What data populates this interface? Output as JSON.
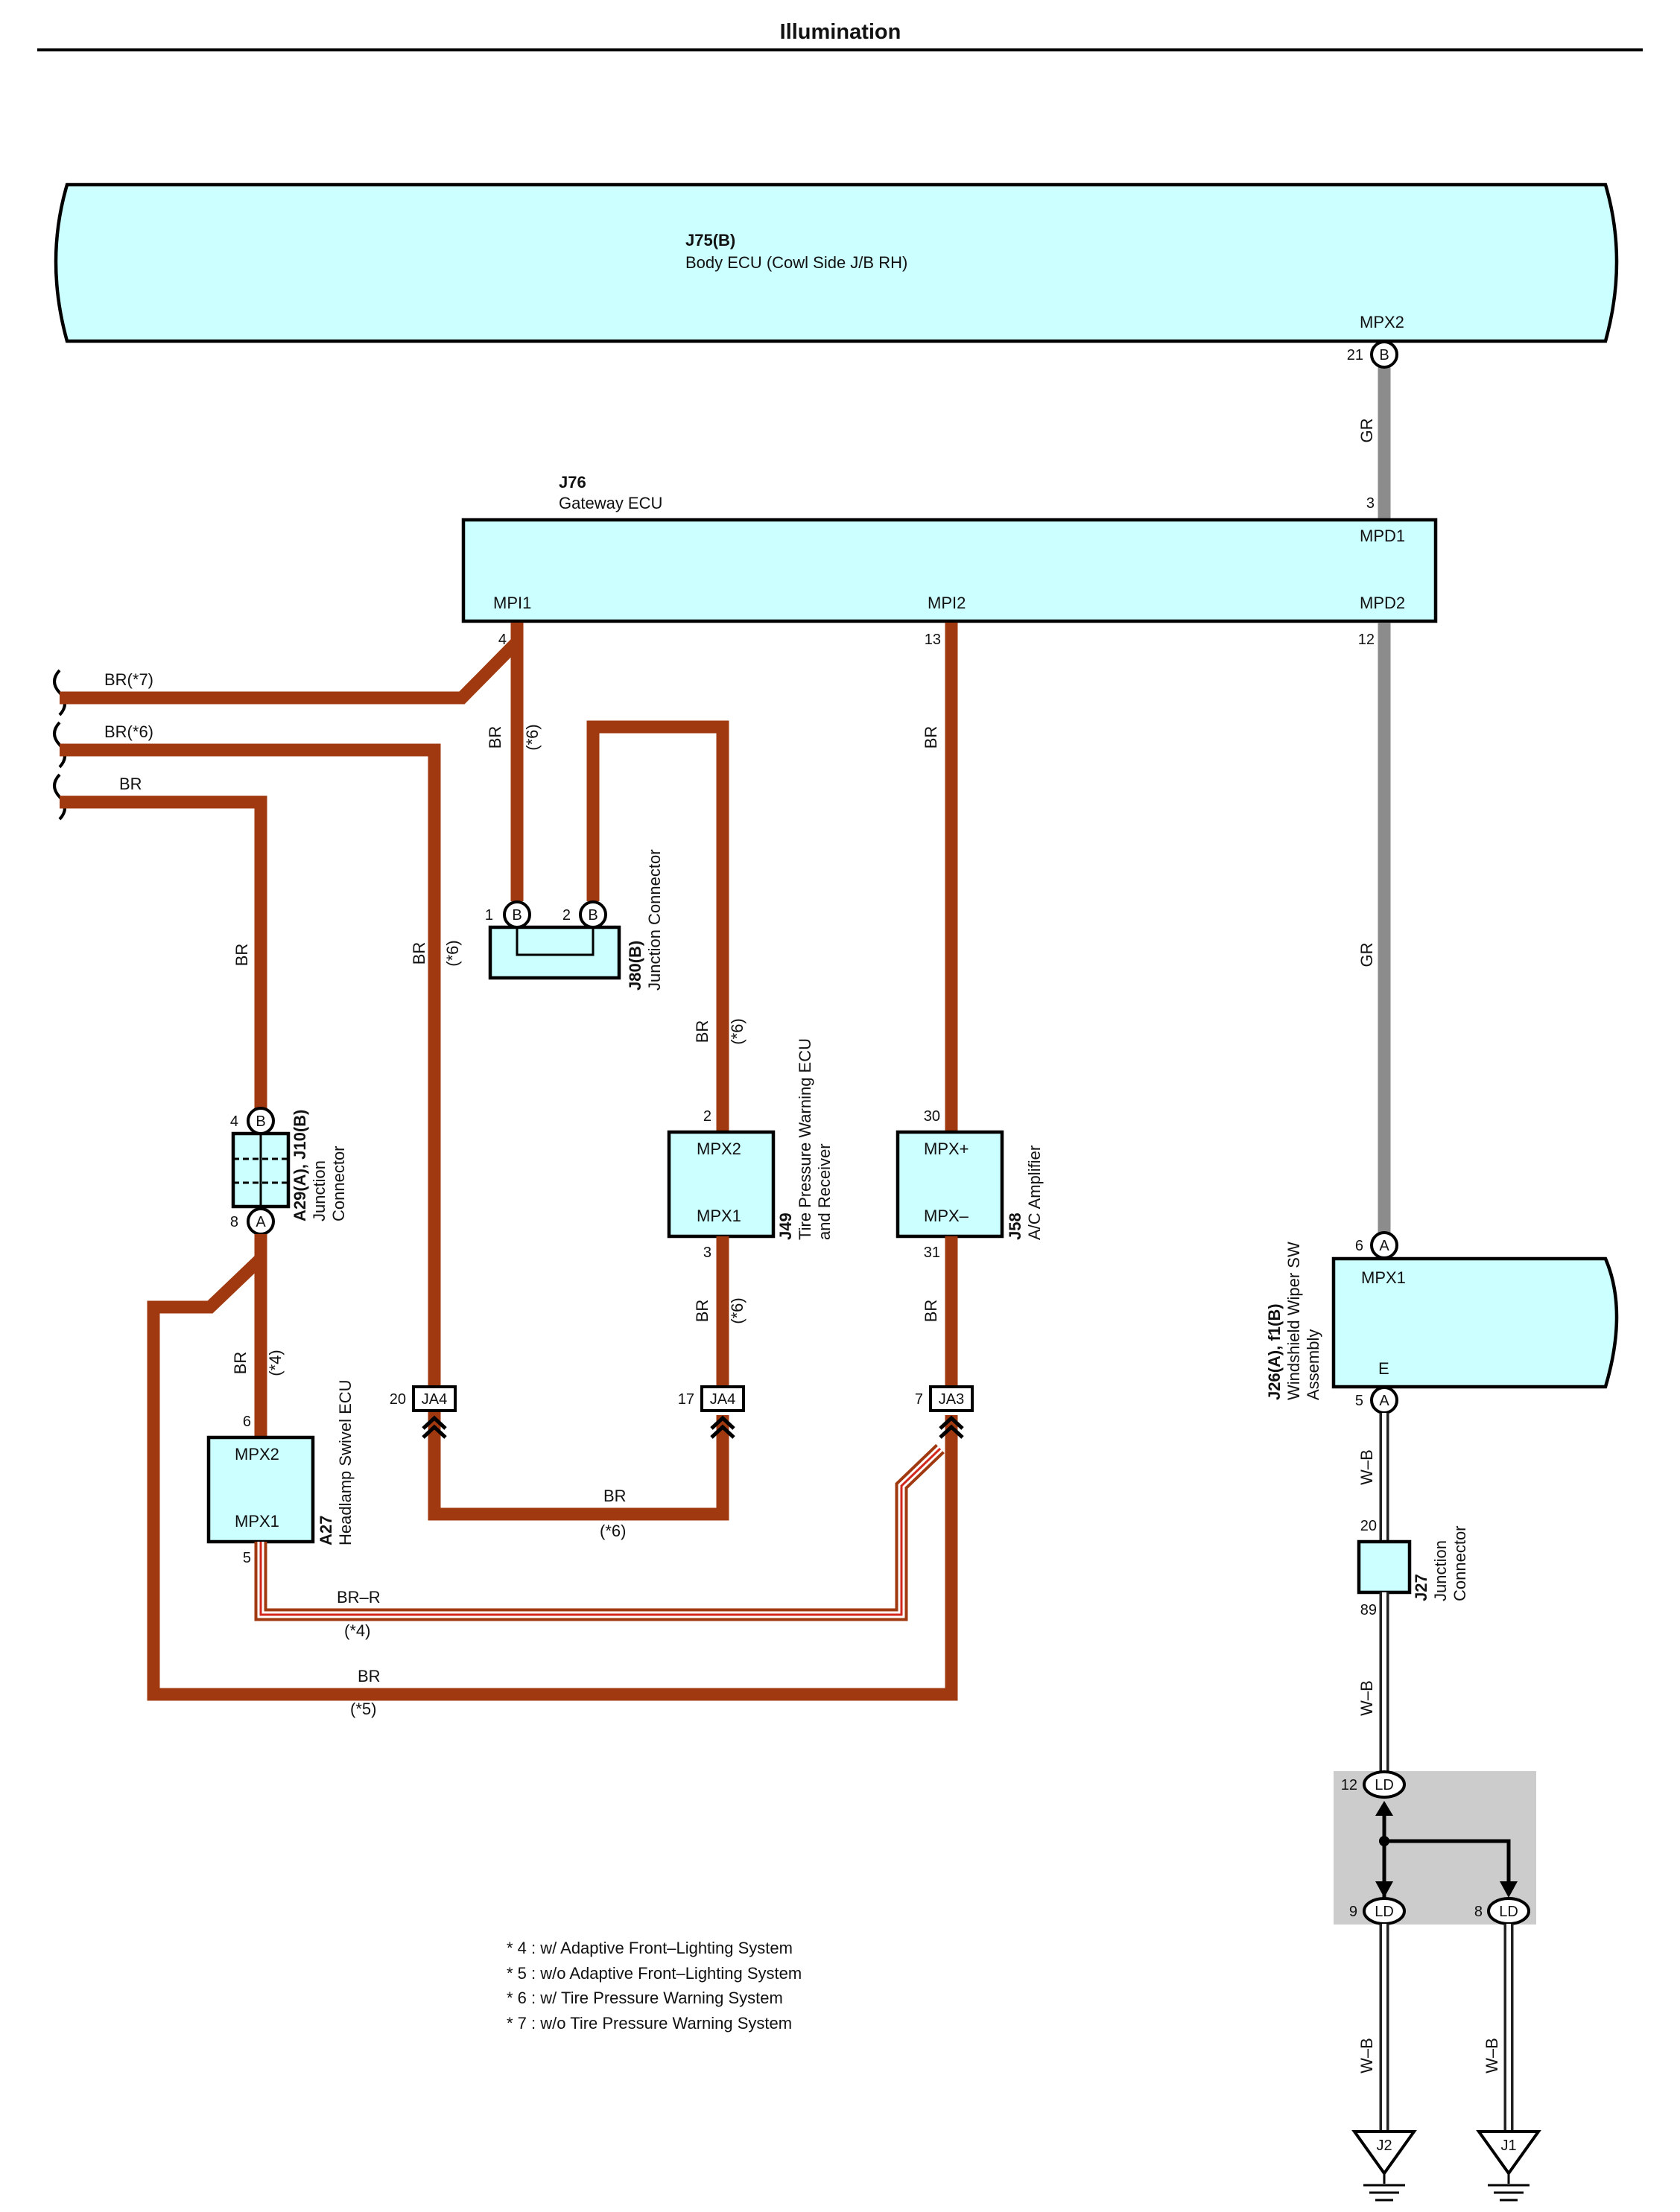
{
  "title": "Illumination",
  "components": {
    "j75": {
      "code": "J75(B)",
      "name": "Body ECU (Cowl Side J/B RH)",
      "terminal": "MPX2",
      "pin": "21",
      "conn": "B"
    },
    "j76": {
      "code": "J76",
      "name": "Gateway ECU",
      "t_mpi1": "MPI1",
      "t_mpi2": "MPI2",
      "t_mpd1": "MPD1",
      "t_mpd2": "MPD2",
      "pin_mpi1": "4",
      "pin_mpi2": "13",
      "pin_mpd1": "3",
      "pin_mpd2": "12"
    },
    "j80": {
      "code": "J80(B)",
      "name": "Junction Connector",
      "pin1": "1",
      "pin2": "2",
      "conn": "B"
    },
    "a29": {
      "code": "A29(A), J10(B)",
      "name1": "Junction",
      "name2": "Connector",
      "pin_b": "4",
      "pin_a": "8",
      "conn_b": "B",
      "conn_a": "A"
    },
    "j49": {
      "code": "J49",
      "name1": "Tire Pressure Warning ECU",
      "name2": "and Receiver",
      "t_top": "MPX2",
      "t_bot": "MPX1",
      "pin_top": "2",
      "pin_bot": "3"
    },
    "j58": {
      "code": "J58",
      "name": "A/C Amplifier",
      "t_top": "MPX+",
      "t_bot": "MPX–",
      "pin_top": "30",
      "pin_bot": "31"
    },
    "a27": {
      "code": "A27",
      "name": "Headlamp Swivel ECU",
      "t_top": "MPX2",
      "t_bot": "MPX1",
      "pin_top": "6",
      "pin_bot": "5"
    },
    "j26": {
      "code": "J26(A), f1(B)",
      "name1": "Windshield Wiper SW",
      "name2": "Assembly",
      "t_top": "MPX1",
      "t_bot": "E",
      "pin_top": "6",
      "pin_bot": "5",
      "conn_top": "A",
      "conn_bot": "A"
    },
    "j27": {
      "code": "J27",
      "name1": "Junction",
      "name2": "Connector",
      "pin_top": "20",
      "pin_bot": "89"
    },
    "ld": {
      "label": "LD",
      "pin_top": "12",
      "pin_left": "9",
      "pin_right": "8"
    },
    "ja4a": {
      "label": "JA4",
      "pin": "20"
    },
    "ja4b": {
      "label": "JA4",
      "pin": "17"
    },
    "ja3": {
      "label": "JA3",
      "pin": "7"
    },
    "ground1": {
      "label": "J2"
    },
    "ground2": {
      "label": "J1"
    }
  },
  "wires": {
    "br7": "BR(*7)",
    "br6": "BR(*6)",
    "br": "BR",
    "gr": "GR",
    "br_label": "BR",
    "note6": "(*6)",
    "note4": "(*4)",
    "note5": "(*5)",
    "brr": "BR–R",
    "wb": "W–B"
  },
  "notes": [
    "* 4 : w/ Adaptive Front–Lighting System",
    "* 5 : w/o Adaptive Front–Lighting System",
    "* 6 : w/ Tire Pressure Warning System",
    "* 7 : w/o Tire Pressure Warning System"
  ],
  "colors": {
    "br": "#a0390f",
    "gr": "#8c8c8c",
    "component_fill": "#ccffff",
    "ld_block": "#cccccc"
  }
}
